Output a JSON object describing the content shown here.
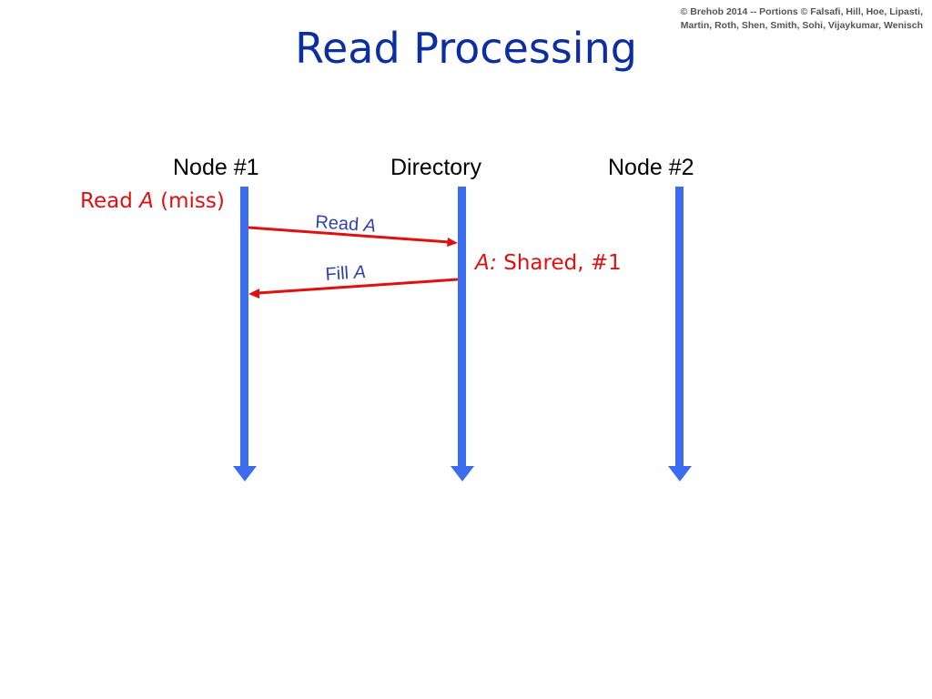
{
  "copyright": {
    "line1": "© Brehob 2014 -- Portions © Falsafi, Hill, Hoe, Lipasti,",
    "line2": "Martin, Roth, Shen, Smith, Sohi, Vijaykumar, Wenisch"
  },
  "title": "Read Processing",
  "nodes": {
    "node1": "Node #1",
    "directory": "Directory",
    "node2": "Node #2"
  },
  "notes": {
    "read_prefix": "Read ",
    "read_var": "A",
    "read_suffix": " (miss)",
    "state_var": "A:",
    "state_text": " Shared, #1"
  },
  "messages": {
    "read": {
      "prefix": "Read ",
      "var": "A"
    },
    "fill": {
      "prefix": "Fill ",
      "var": "A"
    }
  },
  "colors": {
    "title": "#0d2ea0",
    "timeline": "#3b6cf0",
    "message_arrow": "#e01010",
    "message_label": "#3040b0",
    "note": "#e01010"
  }
}
